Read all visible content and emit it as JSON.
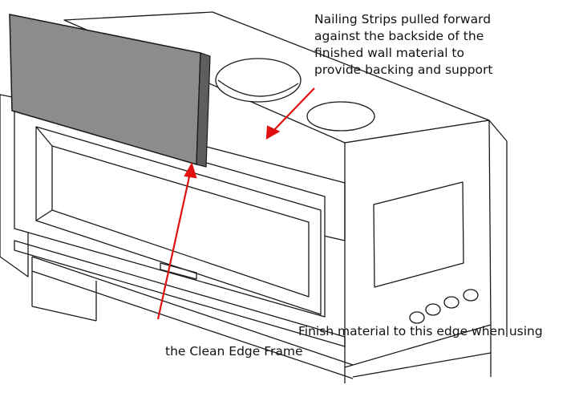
{
  "callouts": {
    "nailing_strips": [
      "Nailing Strips pulled forward",
      "against the backside of the",
      "finished wall material to",
      "provide backing and support"
    ],
    "finish_material": {
      "line1": "Finish material to this edge when using",
      "line2": "the Clean Edge Frame"
    }
  },
  "colors": {
    "arrow": "#e01010",
    "line": "#1a1a1a",
    "panel": "#8c8c8c"
  }
}
